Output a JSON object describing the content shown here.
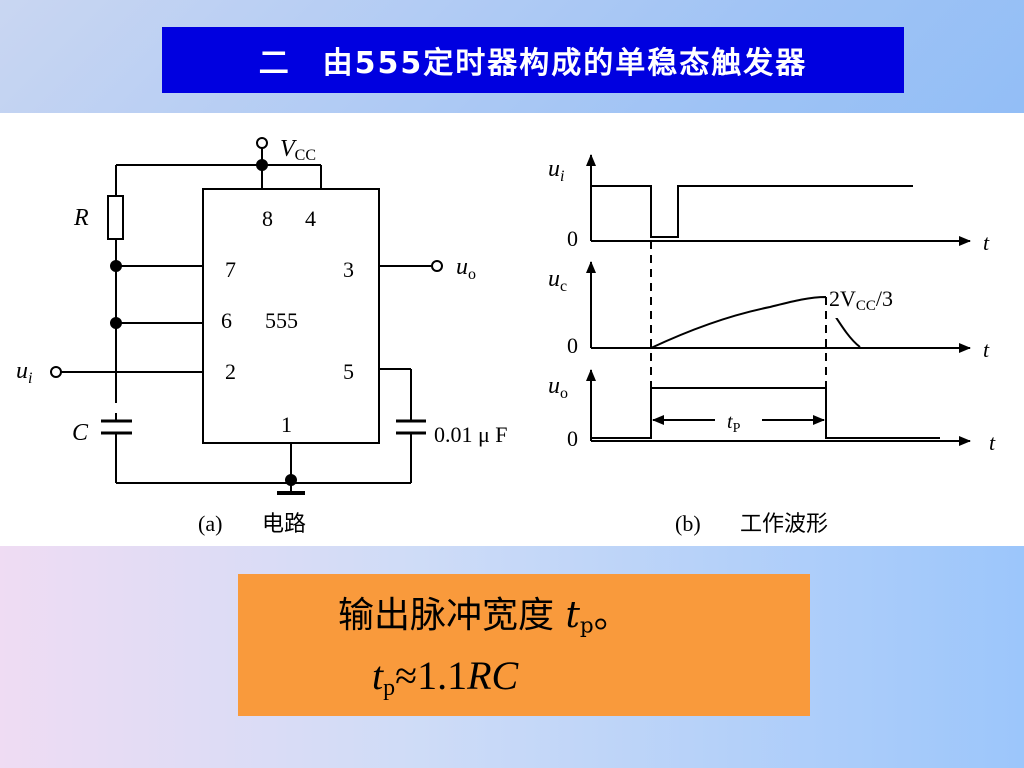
{
  "title": "二　由555定时器构成的单稳态触发器",
  "circuit": {
    "vcc_label": "V",
    "vcc_sub": "CC",
    "chip_name": "555",
    "pins": {
      "p8": "8",
      "p4": "4",
      "p7": "7",
      "p3": "3",
      "p6": "6",
      "p2": "2",
      "p5": "5",
      "p1": "1"
    },
    "r_label": "R",
    "c_label": "C",
    "cap_value": "0.01 μ F",
    "ui_label": "u",
    "ui_sub": "i",
    "uo_label": "u",
    "uo_sub": "o",
    "caption_a": "(a)",
    "caption_a_text": "电路"
  },
  "waveforms": {
    "ui_label": "u",
    "ui_sub": "i",
    "uc_label": "u",
    "uc_sub": "c",
    "uo_label": "u",
    "uo_sub": "o",
    "zero": "0",
    "t_label": "t",
    "threshold_prefix": "2V",
    "threshold_sub": "CC",
    "threshold_suffix": "/3",
    "tp_label": "t",
    "tp_sub": "P",
    "caption_b": "(b)",
    "caption_b_text": "工作波形"
  },
  "info": {
    "line1_text": "输出脉冲宽度 ",
    "line1_var": "t",
    "line1_sub": "p",
    "line1_end": "。",
    "line2_var": "t",
    "line2_sub": "p",
    "line2_approx": "≈1.1",
    "line2_rc": "RC"
  }
}
